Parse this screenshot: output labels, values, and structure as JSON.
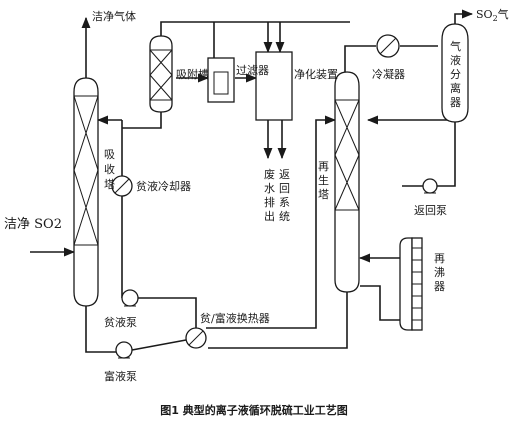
{
  "labels": {
    "clean_gas": "洁净气体",
    "so2_gas_prefix": "SO",
    "so2_gas_sub": "2",
    "so2_gas_suffix": "气体",
    "inlet": "洁净 SO2",
    "absorber": [
      "吸",
      "收",
      "塔"
    ],
    "adsorption_tank": "吸附槽",
    "filter": "过滤器",
    "purifier": "净化装置",
    "waste_water": [
      "废",
      "水",
      "排",
      "出"
    ],
    "return_system": [
      "返",
      "回",
      "系",
      "统"
    ],
    "lean_cooler": "贫液冷却器",
    "condenser": "冷凝器",
    "gas_liquid_separator": [
      "气",
      "液",
      "分",
      "离",
      "器"
    ],
    "regenerator": [
      "再",
      "生",
      "塔"
    ],
    "reboiler": [
      "再",
      "沸",
      "器"
    ],
    "reflux_pump": "返回泵",
    "lean_pump": "贫液泵",
    "rich_pump": "富液泵",
    "heat_exchanger": "贫/富液换热器"
  },
  "caption": "图1 典型的离子液循环脱硫工业工艺图"
}
